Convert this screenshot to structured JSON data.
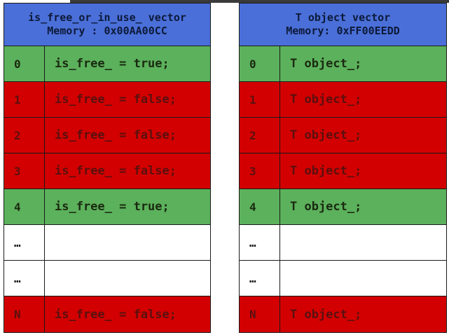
{
  "left_table": {
    "title": "is_free_or_in_use_ vector",
    "subtitle": "Memory : 0x00AA00CC",
    "rows": [
      {
        "index": "0",
        "value": "is_free_ = true;",
        "state": "green"
      },
      {
        "index": "1",
        "value": "is_free_ = false;",
        "state": "red"
      },
      {
        "index": "2",
        "value": "is_free_ = false;",
        "state": "red"
      },
      {
        "index": "3",
        "value": "is_free_ = false;",
        "state": "red"
      },
      {
        "index": "4",
        "value": "is_free_ = true;",
        "state": "green"
      },
      {
        "index": "…",
        "value": "",
        "state": "white"
      },
      {
        "index": "…",
        "value": "",
        "state": "white"
      },
      {
        "index": "N",
        "value": "is_free_ = false;",
        "state": "red"
      }
    ]
  },
  "right_table": {
    "title": "T object vector",
    "subtitle": "Memory: 0xFF00EEDD",
    "rows": [
      {
        "index": "0",
        "value": "T object_;",
        "state": "green"
      },
      {
        "index": "1",
        "value": "T object_;",
        "state": "red"
      },
      {
        "index": "2",
        "value": "T object_;",
        "state": "red"
      },
      {
        "index": "3",
        "value": "T object_;",
        "state": "red"
      },
      {
        "index": "4",
        "value": "T object_;",
        "state": "green"
      },
      {
        "index": "…",
        "value": "",
        "state": "white"
      },
      {
        "index": "…",
        "value": "",
        "state": "white"
      },
      {
        "index": "N",
        "value": "T object_;",
        "state": "red"
      }
    ]
  },
  "colors": {
    "header": "#4a6fd8",
    "in_use_free": "#5cb15c",
    "occupied": "#d20000",
    "empty": "#ffffff"
  }
}
